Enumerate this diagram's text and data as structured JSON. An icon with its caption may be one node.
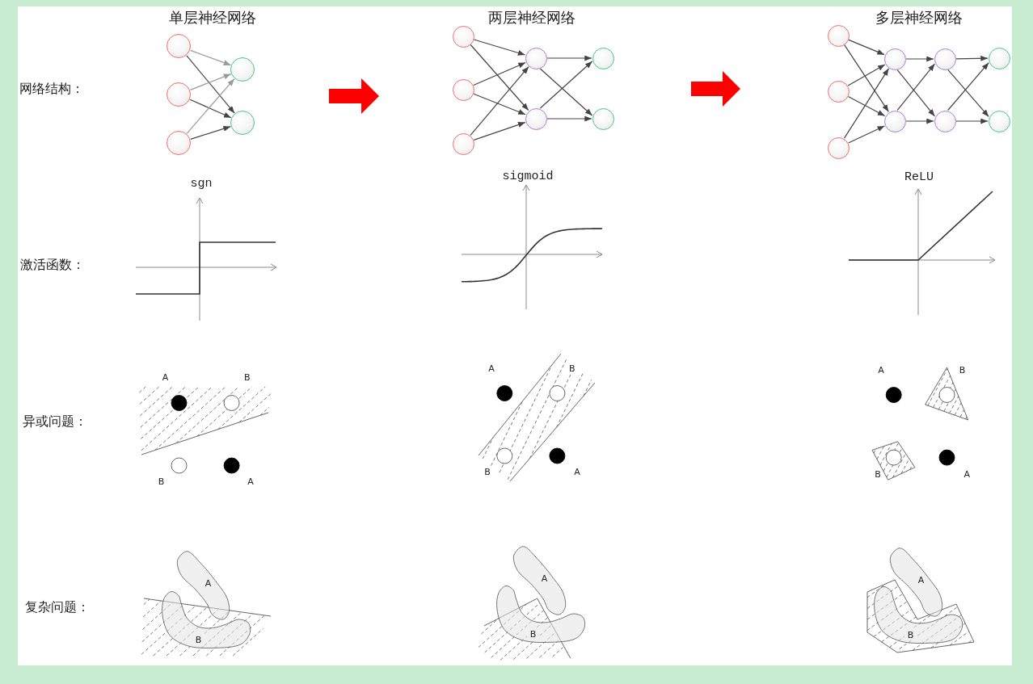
{
  "diagram": {
    "nodes": [
      {
        "text": [],
        "shape": "circle"
      },
      {
        "text": [],
        "shape": "circle"
      },
      {
        "text": [],
        "shape": "circle"
      },
      {
        "text": [],
        "shape": "circle"
      },
      {
        "text": [],
        "shape": "circle"
      },
      {
        "text": [],
        "shape": "circle"
      },
      {
        "text": [],
        "shape": "circle"
      },
      {
        "text": [],
        "shape": "circle"
      },
      {
        "text": [],
        "shape": "circle"
      },
      {
        "text": [],
        "shape": "circle"
      },
      {
        "text": [],
        "shape": "circle"
      },
      {
        "text": [],
        "shape": "circle"
      },
      {
        "text": [],
        "shape": "circle"
      },
      {
        "text": [],
        "shape": "circle"
      },
      {
        "text": [],
        "shape": "circle"
      },
      {
        "text": [],
        "shape": "circle"
      },
      {
        "text": [],
        "shape": "circle"
      },
      {
        "text": [],
        "shape": "circle"
      },
      {
        "text": [],
        "shape": "circle"
      },
      {
        "text": [],
        "shape": "circle"
      },
      {
        "text": [],
        "shape": "circle"
      },
      {
        "text": [
          "A"
        ]
      },
      {
        "text": [
          "B"
        ]
      },
      {
        "text": [
          "A"
        ]
      },
      {
        "text": [
          "B"
        ]
      },
      {
        "text": [
          "A"
        ]
      },
      {
        "text": [],
        "shape": "polygon"
      },
      {
        "text": [
          "B"
        ],
        "in": 26
      }
    ],
    "edges": [
      {
        "from": 0,
        "to": 3,
        "arrow": "to",
        "color": "#999999"
      },
      {
        "from": 0,
        "to": 4,
        "arrow": "to"
      },
      {
        "from": 1,
        "to": 3,
        "arrow": "to",
        "color": "#999999"
      },
      {
        "from": 1,
        "to": 4,
        "arrow": "to"
      },
      {
        "from": 2,
        "to": 3,
        "arrow": "to",
        "color": "#999999"
      },
      {
        "from": 2,
        "to": 4,
        "arrow": "to"
      },
      {
        "from": 5,
        "to": 8,
        "arrow": "to"
      },
      {
        "from": 5,
        "to": 9,
        "arrow": "to"
      },
      {
        "from": 6,
        "to": 8,
        "arrow": "to"
      },
      {
        "from": 6,
        "to": 9,
        "arrow": "to"
      },
      {
        "from": 7,
        "to": 8,
        "arrow": "to"
      },
      {
        "from": 7,
        "to": 9,
        "arrow": "to"
      },
      {
        "from": 8,
        "to": 10,
        "arrow": "to"
      },
      {
        "from": 8,
        "to": 11,
        "arrow": "to"
      },
      {
        "from": 9,
        "to": 10,
        "arrow": "to"
      },
      {
        "from": 9,
        "to": 11,
        "arrow": "to"
      },
      {
        "from": 12,
        "to": 15,
        "arrow": "to"
      },
      {
        "from": 12,
        "to": 16,
        "arrow": "to"
      },
      {
        "from": 13,
        "to": 15,
        "arrow": "to"
      },
      {
        "from": 13,
        "to": 16,
        "arrow": "to"
      },
      {
        "from": 14,
        "to": 15,
        "arrow": "to"
      },
      {
        "from": 14,
        "to": 16,
        "arrow": "to"
      },
      {
        "from": 15,
        "to": 17,
        "arrow": "to"
      },
      {
        "from": 15,
        "to": 18,
        "arrow": "to"
      },
      {
        "from": 16,
        "to": 17,
        "arrow": "to"
      },
      {
        "from": 16,
        "to": 18,
        "arrow": "to"
      },
      {
        "from": 17,
        "to": 19,
        "arrow": "to"
      },
      {
        "from": 17,
        "to": 20,
        "arrow": "to"
      },
      {
        "from": 18,
        "to": 19,
        "arrow": "to"
      },
      {
        "from": 18,
        "to": 20,
        "arrow": "to"
      }
    ],
    "labels": [
      "单层神经网络",
      "两层神经网络",
      "多层神经网络",
      "网络结构：",
      "激活函数：",
      "sgn",
      "sigmoid",
      "ReLU",
      "异或问题：",
      "A",
      "B",
      "B",
      "A",
      "A",
      "B",
      "B",
      "A",
      "A",
      "B",
      "B",
      "A",
      "复杂问题："
    ]
  }
}
